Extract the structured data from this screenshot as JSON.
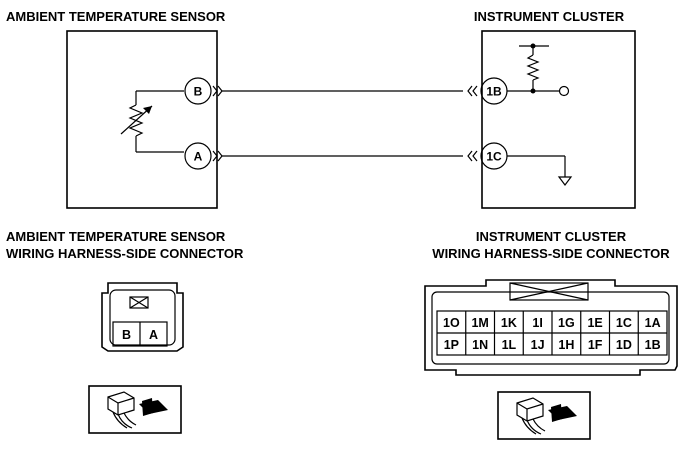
{
  "headings": {
    "sensor_title": "AMBIENT TEMPERATURE SENSOR",
    "cluster_title": "INSTRUMENT CLUSTER",
    "sensor_connector_line1": "AMBIENT TEMPERATURE SENSOR",
    "sensor_connector_line2": "WIRING HARNESS-SIDE CONNECTOR",
    "cluster_connector_line1": "INSTRUMENT CLUSTER",
    "cluster_connector_line2": "WIRING HARNESS-SIDE CONNECTOR"
  },
  "sensor_pins": {
    "top": "B",
    "bottom": "A"
  },
  "cluster_pins": {
    "top": "1B",
    "bottom": "1C"
  },
  "sensor_connector_cavities": [
    "B",
    "A"
  ],
  "cluster_connector_cavities": {
    "row1": [
      "1O",
      "1M",
      "1K",
      "1I",
      "1G",
      "1E",
      "1C",
      "1A"
    ],
    "row2": [
      "1P",
      "1N",
      "1L",
      "1J",
      "1H",
      "1F",
      "1D",
      "1B"
    ]
  }
}
